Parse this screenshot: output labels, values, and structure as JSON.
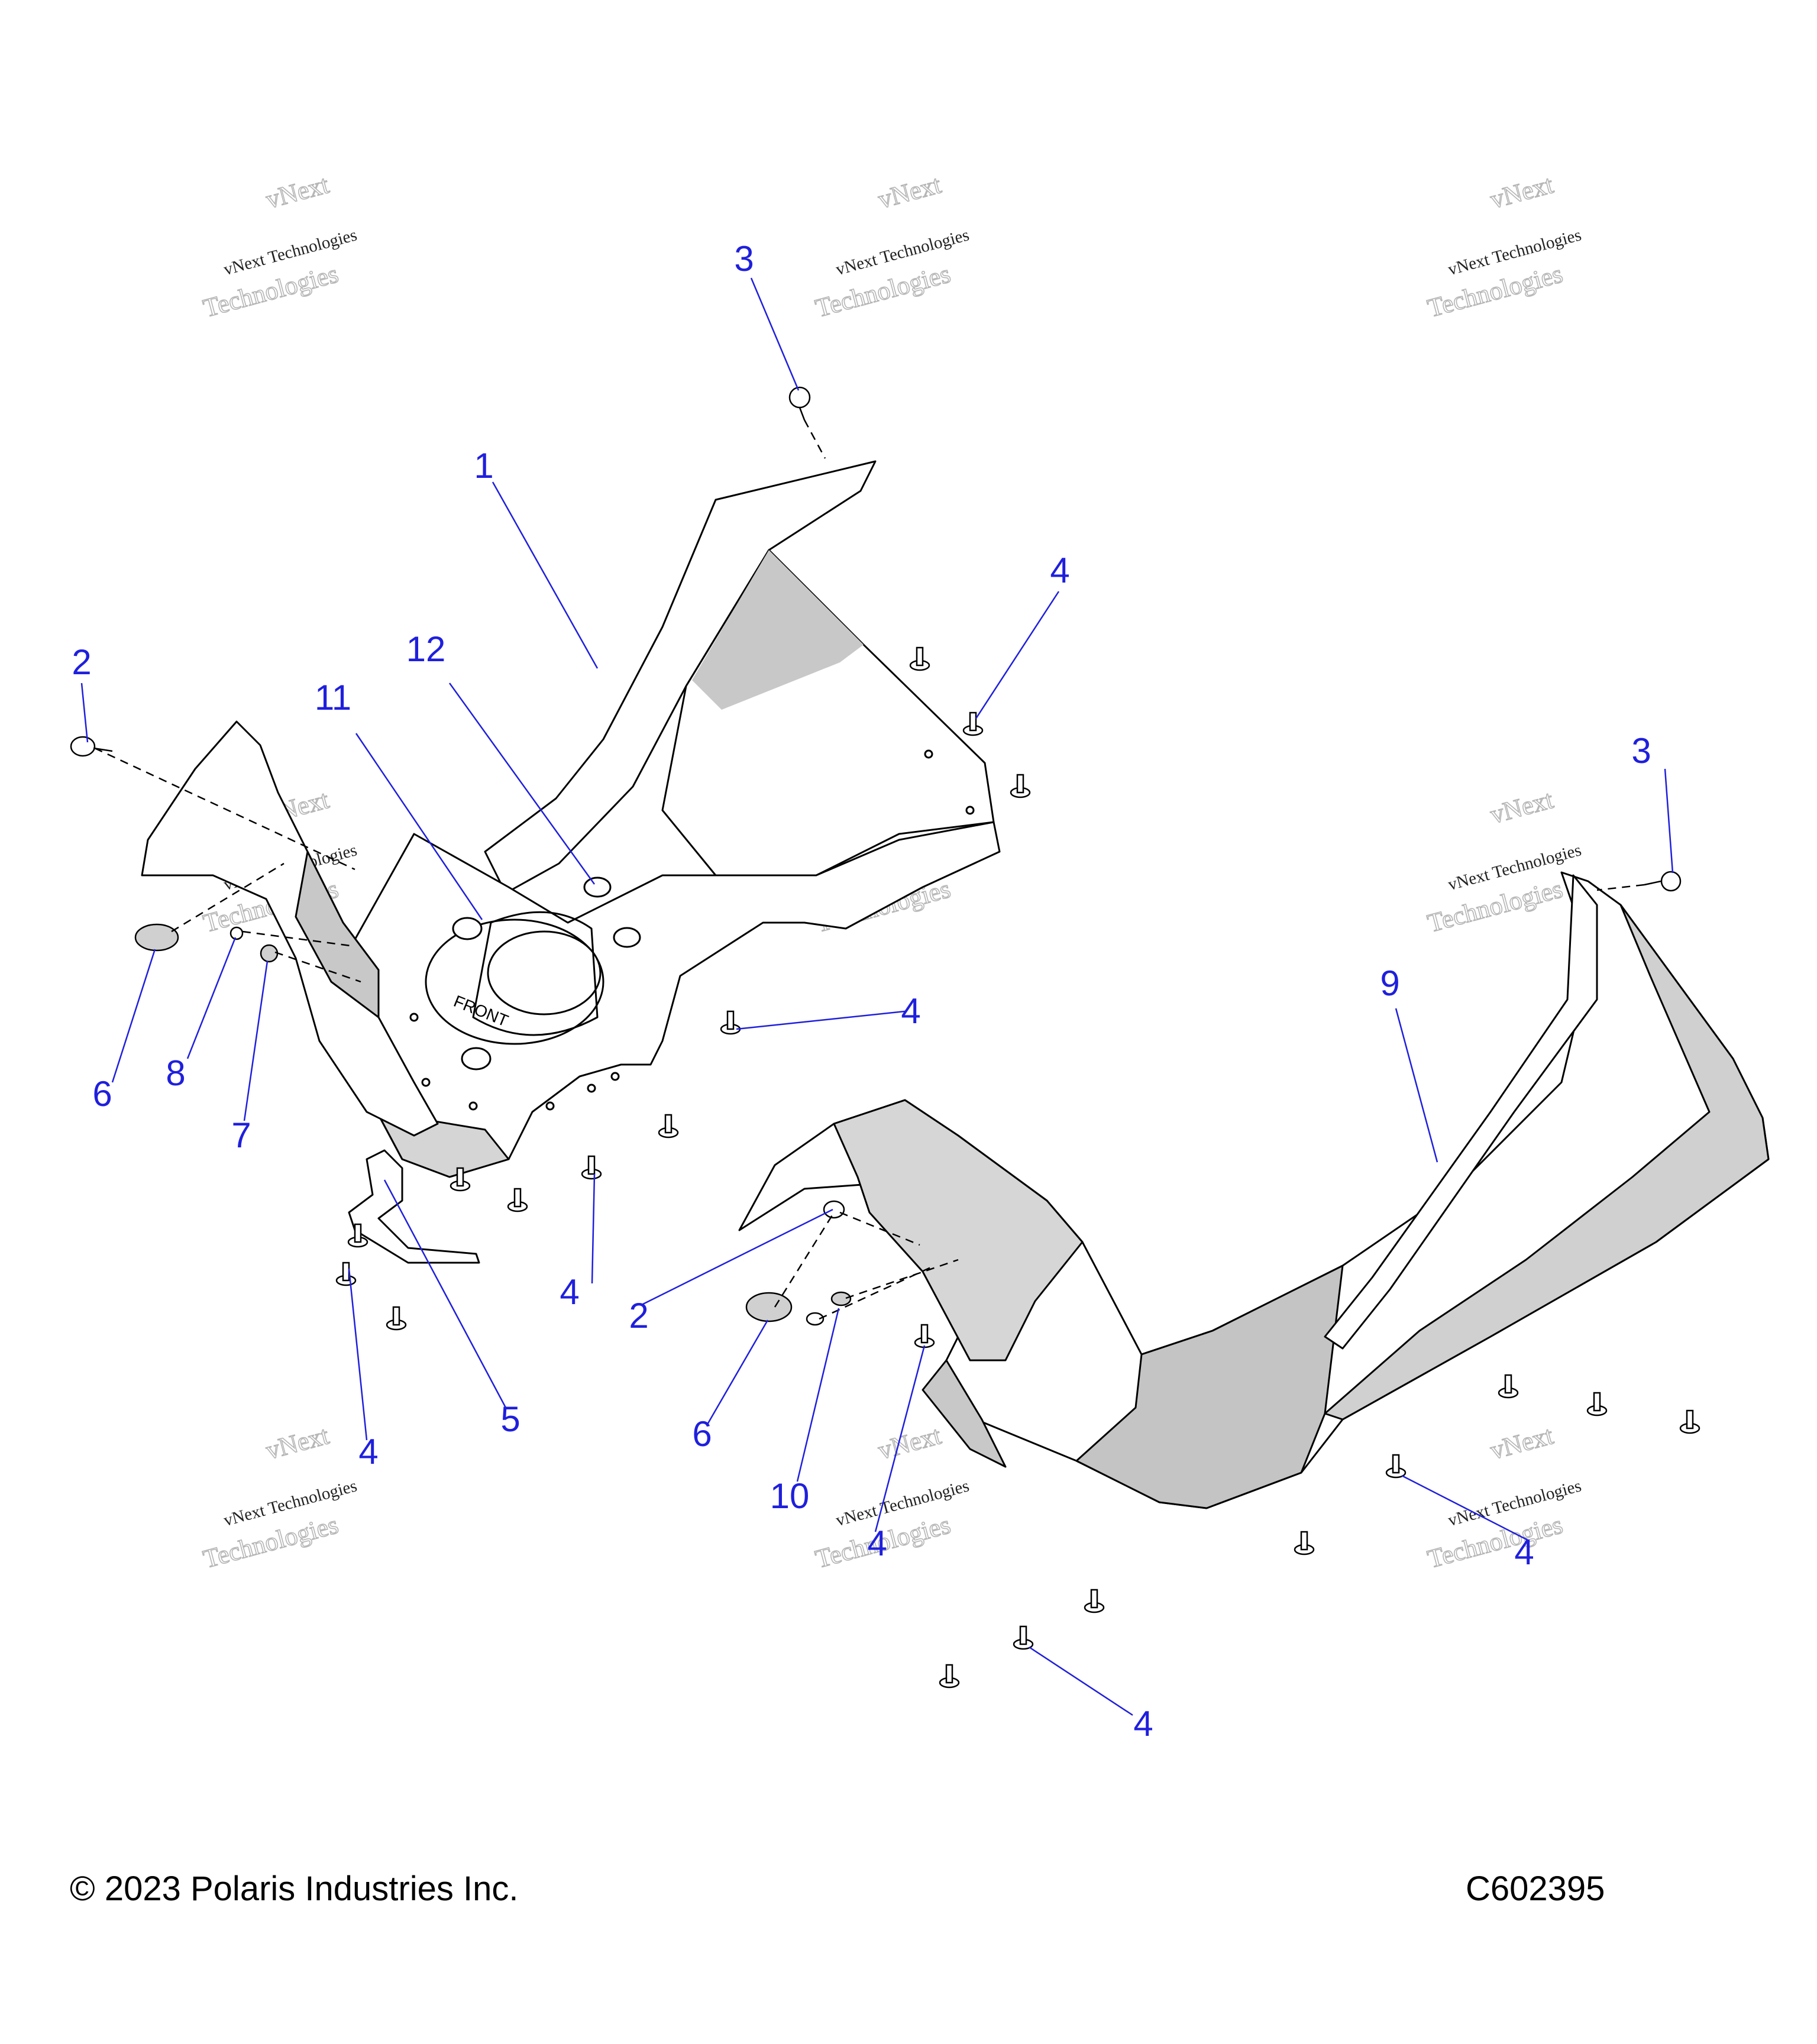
{
  "colors": {
    "callout": "#1f1fdd",
    "leader": "#1f1fdd",
    "line": "#000000",
    "shade": "#c8c8c8"
  },
  "callouts": [
    {
      "label": "1"
    },
    {
      "label": "2"
    },
    {
      "label": "2"
    },
    {
      "label": "3"
    },
    {
      "label": "3"
    },
    {
      "label": "4"
    },
    {
      "label": "4"
    },
    {
      "label": "4"
    },
    {
      "label": "4"
    },
    {
      "label": "4"
    },
    {
      "label": "4"
    },
    {
      "label": "4"
    },
    {
      "label": "5"
    },
    {
      "label": "6"
    },
    {
      "label": "6"
    },
    {
      "label": "7"
    },
    {
      "label": "8"
    },
    {
      "label": "9"
    },
    {
      "label": "10"
    },
    {
      "label": "11"
    },
    {
      "label": "12"
    }
  ],
  "part_marking": "FRONT",
  "watermark": {
    "line1": "vNext Technologies",
    "line2": "vNext",
    "line3": "Technologies"
  },
  "footer": {
    "copyright": "© 2023 Polaris Industries Inc.",
    "code": "C602395"
  }
}
